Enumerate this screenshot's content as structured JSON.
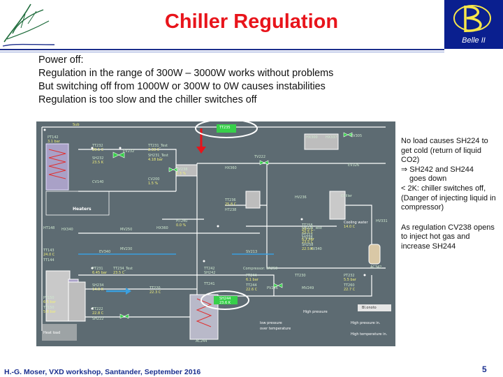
{
  "slide": {
    "title": "Chiller Regulation",
    "bullets": [
      "Power off:",
      "Regulation in the range of 300W – 3000W works without problems",
      "But switching off from 1000W or 300W to 0W causes instabilities",
      "Regulation is too slow and the chiller switches off"
    ],
    "side_notes": {
      "n1": "No load causes SH224 to get cold (return of liquid CO2)",
      "n2": "⇒ SH242 and SH244",
      "n3": "goes down",
      "n4": "< 2K: chiller switches off, (Danger of injecting liquid in compressor)",
      "n5": "As regulation CV238 opens to inject hot gas and increase SH244"
    },
    "footer": "H.-G. Moser,  VXD workshop, Santander, September 2016",
    "page_number": "5",
    "logo_right_text": "Belle II"
  },
  "diagram": {
    "labels": {
      "sub": "Sub",
      "pt142": "PT142",
      "pt142_v": "3.1 bar",
      "tt232": "TT232",
      "tt232_v": "29.1 C",
      "sh232": "SH232",
      "sh232_v": "23.5 K",
      "tt231": "TT231_Test",
      "tt231_v": "2.33 C",
      "sh231": "SH231_Test",
      "sh231_v": "4.18 bar",
      "tt235": "TT235",
      "ev232": "EV232",
      "cv140": "CV140",
      "heaters": "Heaters",
      "ht148": "HT148",
      "tt143": "TT143",
      "tt143_v": "24.0 C",
      "tt144": "TT144",
      "hx340": "HX340",
      "ev340": "EV340",
      "mv250": "MV250",
      "mv230": "MV230",
      "pt231": "PT231",
      "pt231_v": "6.45 bar",
      "tt234": "TT234_Test",
      "tt234_v": "23.5 C",
      "pt150": "PT150",
      "pt150_v": "6.5 bar",
      "tt150": "TT150",
      "tt150_v": "5.8 bar",
      "sh234": "SH234",
      "sh234_v": "14.0 K",
      "tt220": "TT220",
      "tt220_v": "22.3 C",
      "tt222": "TT222",
      "tt222_v": "22.8 C",
      "sh222": "SH222",
      "hx360": "HX360",
      "hx360_b": "HX360",
      "cv238": "CV238",
      "cv238_v": "2.3 %",
      "tt236": "TT236",
      "tt236_v": "25.8 C",
      "ht238": "HT238",
      "tt242": "TT242",
      "sh242": "SH242",
      "tt241": "TT241",
      "sh244": "SH244",
      "sh244_v": "23.6 K",
      "ac244": "AC244",
      "compressor": "Compressor: SR250",
      "pt244": "PT244",
      "pt244_v": "6.1 bar",
      "tt244": "TT244",
      "tt244_v": "22.6 C",
      "tt230": "TT230",
      "pt232": "PT232",
      "pt232_v": "5.5 bar",
      "tt260": "TT260",
      "tt260_v": "22.7 C",
      "pv246": "PV246",
      "mv249": "MV249",
      "hx300": "HX300",
      "hx337": "HX337",
      "hv236": "HV236",
      "ev305": "EV305",
      "hv331": "HV331",
      "hv340": "HV340",
      "ev326": "EV326",
      "cooling_water": "Cooling water",
      "chiller": "Chiller",
      "ac342": "AC342",
      "tt258": "TT258",
      "tt258_v": "24.5 C",
      "pt223": "PT223",
      "pt223_v": "6.1 bar",
      "sh258": "SH258",
      "sh258_v": "22.5 K",
      "tv222": "TV222",
      "sv213": "SV213",
      "cv200": "CV200",
      "cv200_v": "1.5 %",
      "ht240": "HT240",
      "ht240_v": "0.0 %",
      "sh226": "SH226_Test",
      "sh226_v": "25.5 C",
      "tt228": "TT228",
      "tt228_v": "23.5 C",
      "high_pressure": "High pressure",
      "low_pressure": "low pressure",
      "over_temp": "over temperature",
      "warn_hp": "High pressure in.",
      "warn_ht": "High temperature in.",
      "blower": "Bl.onoto",
      "heat_load": "Heat load",
      "cooling_water_v": "14.0 C"
    }
  }
}
